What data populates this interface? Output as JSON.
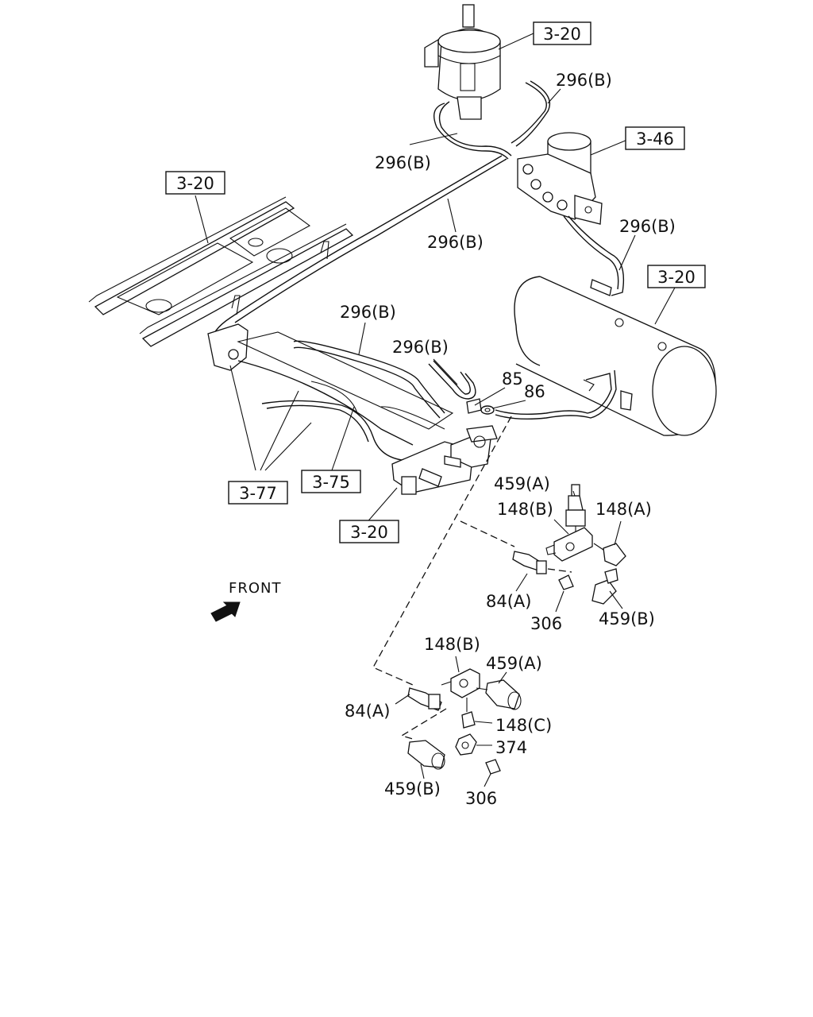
{
  "labels": {
    "ref_3_20_top": "3-20",
    "ref_3_20_left": "3-20",
    "ref_3_46": "3-46",
    "ref_3_20_tank": "3-20",
    "ref_3_77": "3-77",
    "ref_3_75": "3-75",
    "ref_3_20_bottom": "3-20",
    "p296b_1": "296(B)",
    "p296b_2": "296(B)",
    "p296b_3": "296(B)",
    "p296b_4": "296(B)",
    "p296b_5": "296(B)",
    "p296b_6": "296(B)",
    "p85": "85",
    "p86": "86",
    "p459a_1": "459(A)",
    "p148b_1": "148(B)",
    "p148a": "148(A)",
    "p84a_1": "84(A)",
    "p306_1": "306",
    "p459b_1": "459(B)",
    "p148b_2": "148(B)",
    "p459a_2": "459(A)",
    "p84a_2": "84(A)",
    "p148c": "148(C)",
    "p374": "374",
    "p459b_2": "459(B)",
    "p306_2": "306",
    "front": "FRONT"
  },
  "icons": {
    "front_arrow": "front-arrow-icon"
  }
}
